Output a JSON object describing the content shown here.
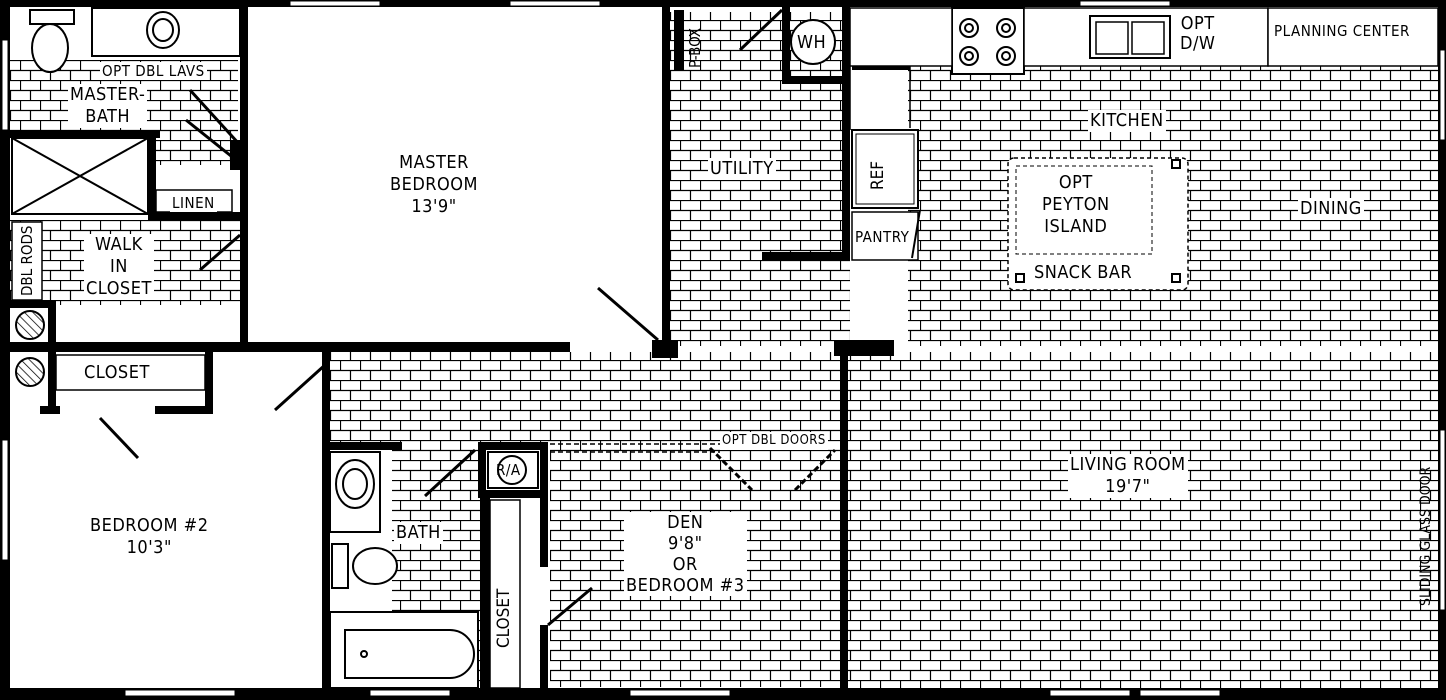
{
  "floorplan": {
    "rooms": {
      "master_bath": "MASTER-\nBATH",
      "opt_dbl_lavs": "OPT DBL LAVS",
      "linen": "LINEN",
      "walk_in_closet": "WALK\nIN\nCLOSET",
      "dbl_rods": "DBL RODS",
      "master_bedroom": "MASTER\nBEDROOM\n13'9\"",
      "p_box": "P-BOX",
      "water_heater": "WH",
      "utility": "UTILITY",
      "refrigerator": "REF",
      "pantry": "PANTRY",
      "opt_dw": "OPT\nD/W",
      "planning_center": "PLANNING CENTER",
      "kitchen": "KITCHEN",
      "island": "OPT\nPEYTON\nISLAND",
      "snack_bar": "SNACK BAR",
      "dining": "DINING",
      "closet_br2": "CLOSET",
      "bedroom2": "BEDROOM #2\n10'3\"",
      "bath": "BATH",
      "return_air": "R/A",
      "opt_dbl_doors": "OPT DBL DOORS",
      "den": "DEN\n9'8\"\nOR\nBEDROOM #3",
      "closet_den": "CLOSET",
      "living_room": "LIVING ROOM\n19'7\"",
      "sliding_glass_door": "SLIDING GLASS DOOR"
    }
  }
}
